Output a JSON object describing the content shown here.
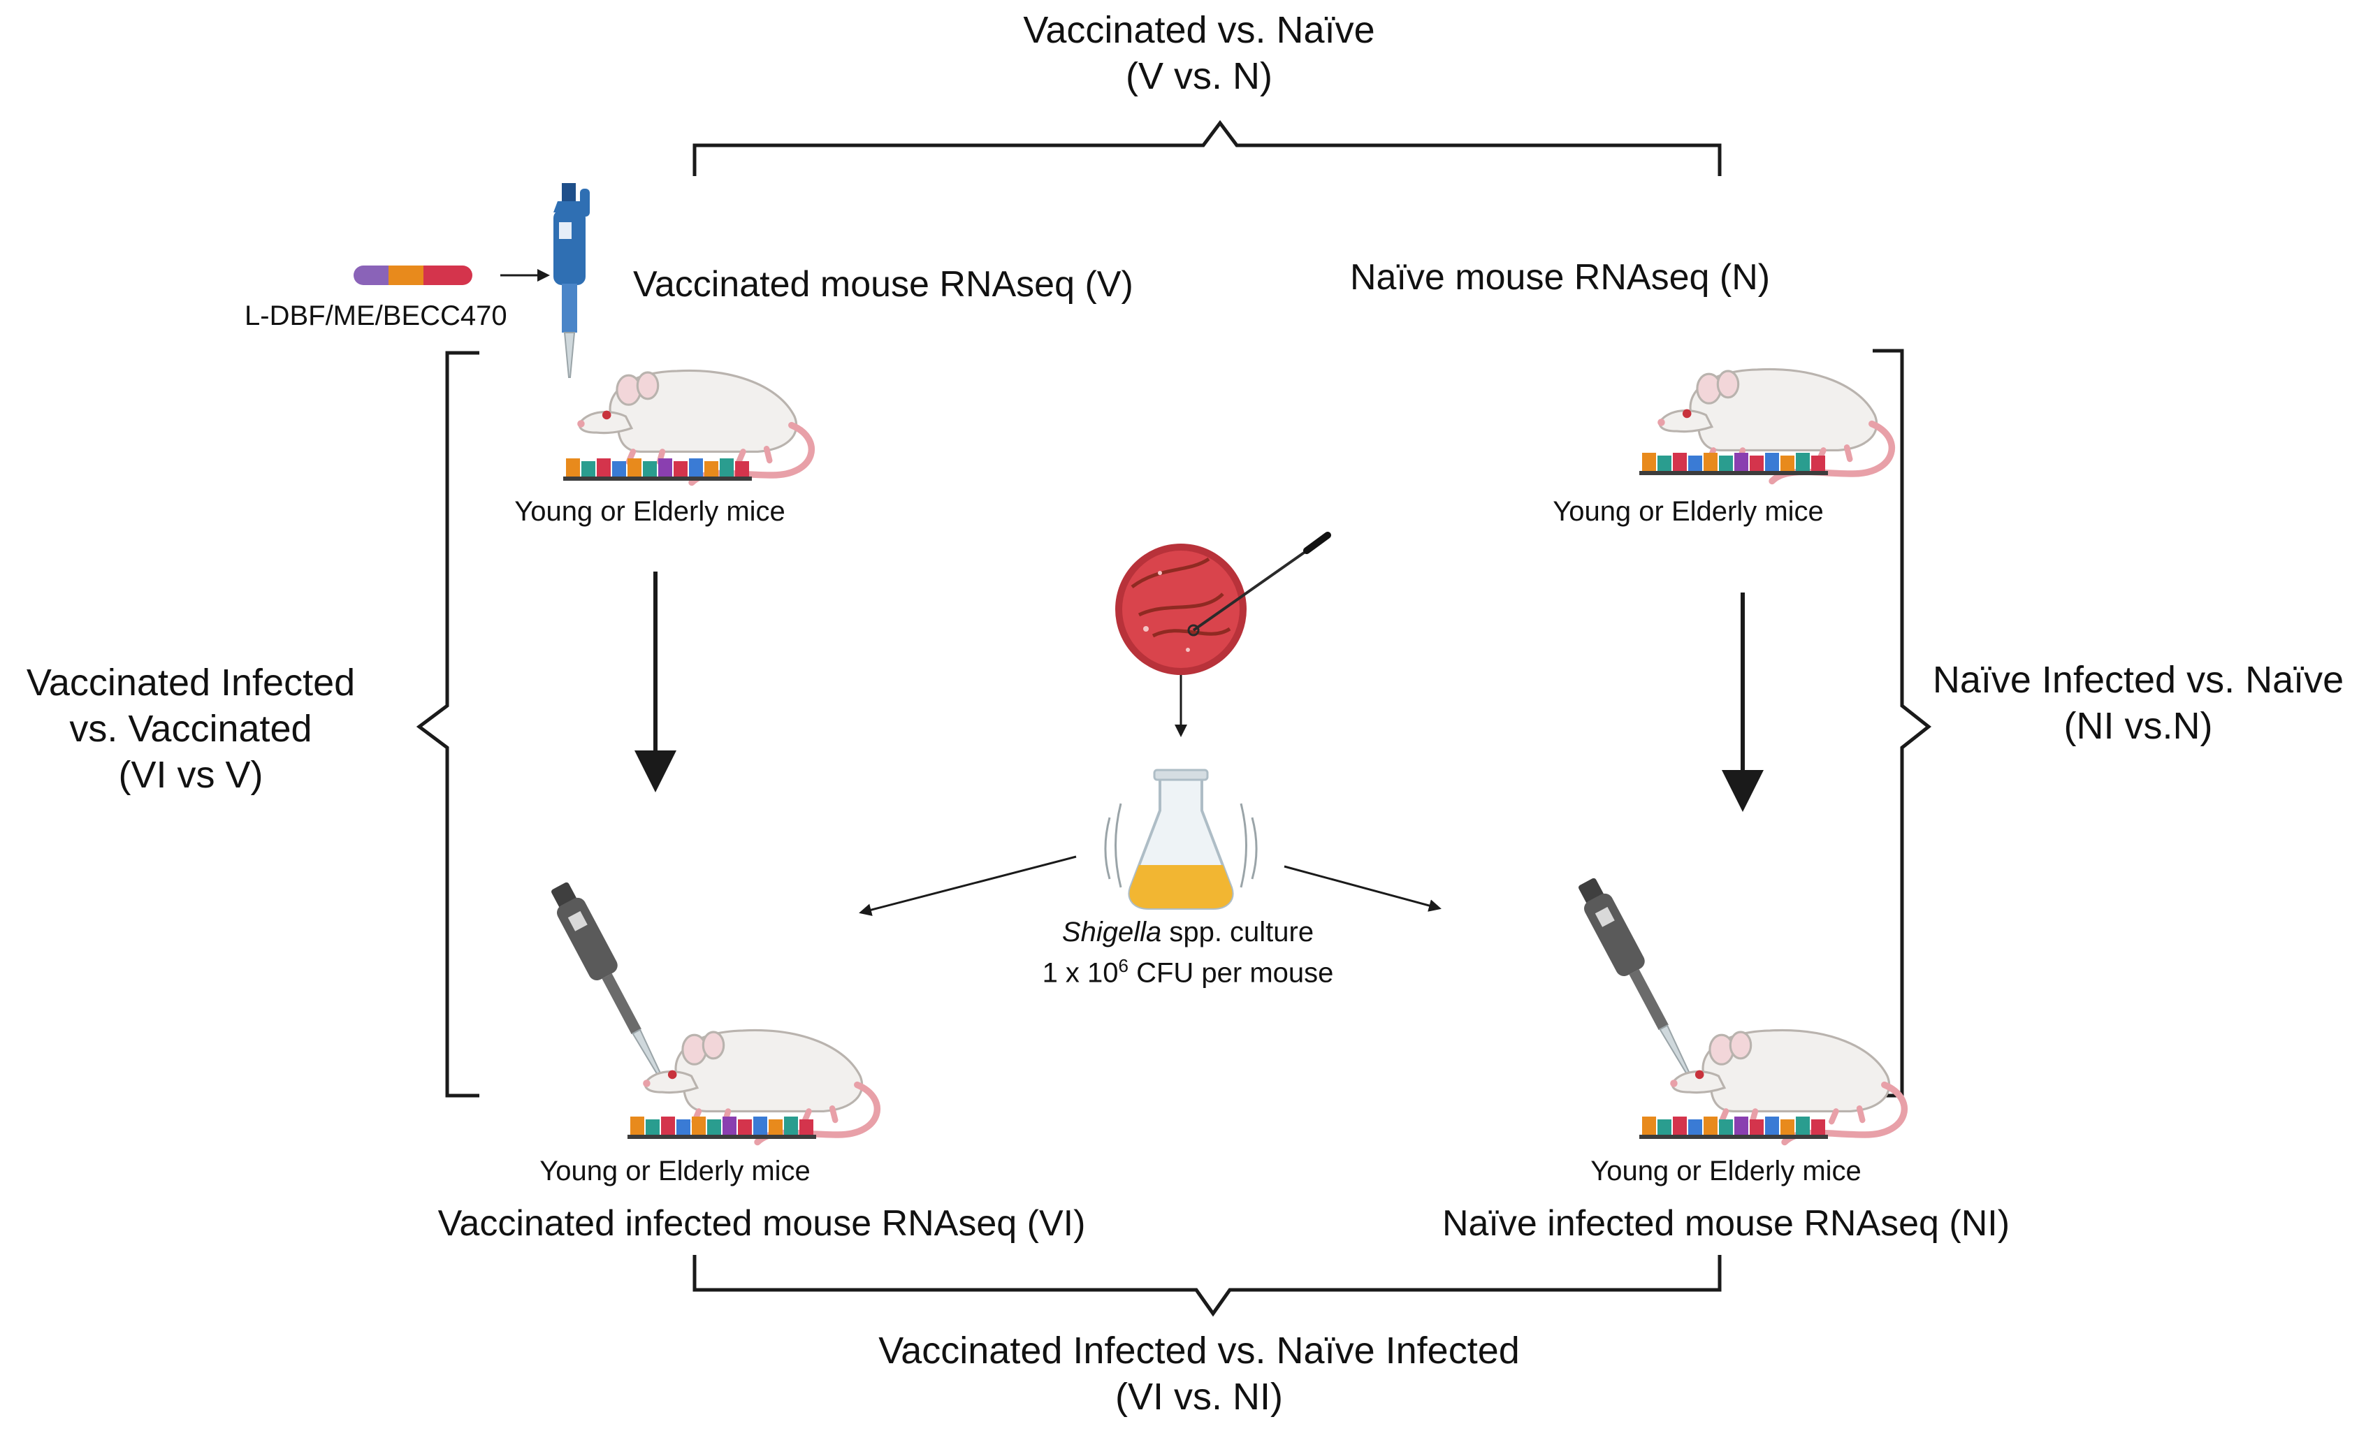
{
  "comparisons": {
    "top": {
      "line1": "Vaccinated vs. Naïve",
      "line2": "(V vs. N)"
    },
    "left": {
      "line1": "Vaccinated Infected",
      "line2": "vs. Vaccinated",
      "line3": "(VI vs V)"
    },
    "right": {
      "line1": "Naïve Infected vs. Naïve",
      "line2": "(NI vs.N)"
    },
    "bottom": {
      "line1": "Vaccinated Infected vs. Naïve Infected",
      "line2": "(VI vs. NI)"
    }
  },
  "groups": {
    "vaccinated": "Vaccinated mouse RNAseq (V)",
    "naive": "Naïve mouse RNAseq (N)",
    "vaccinated_infected": "Vaccinated infected mouse RNAseq (VI)",
    "naive_infected": "Naïve infected mouse RNAseq (NI)"
  },
  "mouse_caption": "Young or Elderly mice",
  "vaccine_label": "L-DBF/ME/BECC470",
  "culture": {
    "organism": "Shigella",
    "suffix": " spp. culture",
    "dose_prefix": "1 x 10",
    "dose_exponent": "6",
    "dose_suffix": " CFU per mouse"
  },
  "colors": {
    "line": "#1a1a1a",
    "mouse_body": "#f2f0ee",
    "mouse_pink": "#e8a0a8",
    "pipette_blue": "#2f6fb3",
    "pipette_gray": "#5a5a5a",
    "agar_red": "#d9444c",
    "broth_yellow": "#f2b632",
    "adjuvant_purple": "#8a63b8",
    "adjuvant_orange": "#e88a1c",
    "adjuvant_red": "#d4344c"
  },
  "icons": [
    "syringe-pipette-icon",
    "mouse-icon",
    "rna-sequence-icon",
    "petri-dish-icon",
    "culture-flask-icon",
    "adjuvant-capsule-icon"
  ]
}
